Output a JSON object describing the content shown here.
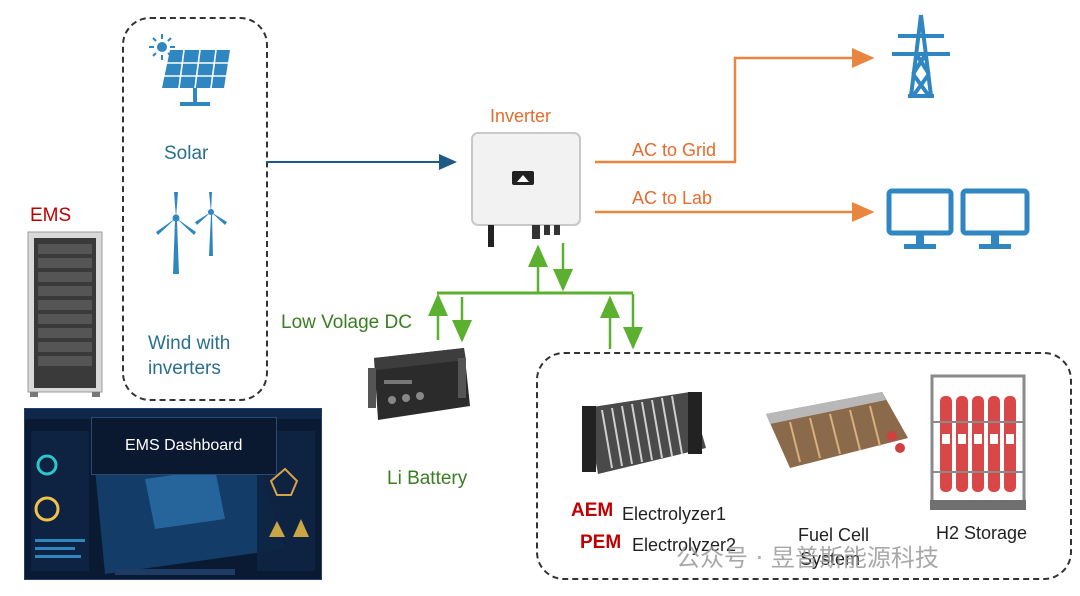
{
  "labels": {
    "ems": "EMS",
    "solar": "Solar",
    "wind_line1": "Wind with",
    "wind_line2": "inverters",
    "inverter": "Inverter",
    "ac_grid": "AC to Grid",
    "ac_lab": "AC to Lab",
    "low_voltage_dc": "Low Volage DC",
    "li_battery": "Li Battery",
    "aem": "AEM",
    "electrolyzer1": "Electrolyzer1",
    "pem": "PEM",
    "electrolyzer2": "Electrolyzer2",
    "fuel_cell_line1": "Fuel Cell",
    "fuel_cell_line2": "System",
    "h2_storage": "H2 Storage",
    "ems_dashboard": "EMS Dashboard",
    "watermark": "公众号 · 昱普斯能源科技"
  },
  "colors": {
    "ac_lines": "#e8853f",
    "dc_lines": "#5bb030",
    "solar_line": "#1f5a87",
    "icons": "#2f86c0",
    "ems_label": "#c00000"
  },
  "icons": [
    "sun-icon",
    "solar-panel-icon",
    "wind-turbine-icon",
    "transmission-tower-icon",
    "monitor-icon",
    "inverter-icon",
    "battery-icon",
    "server-rack-icon"
  ]
}
